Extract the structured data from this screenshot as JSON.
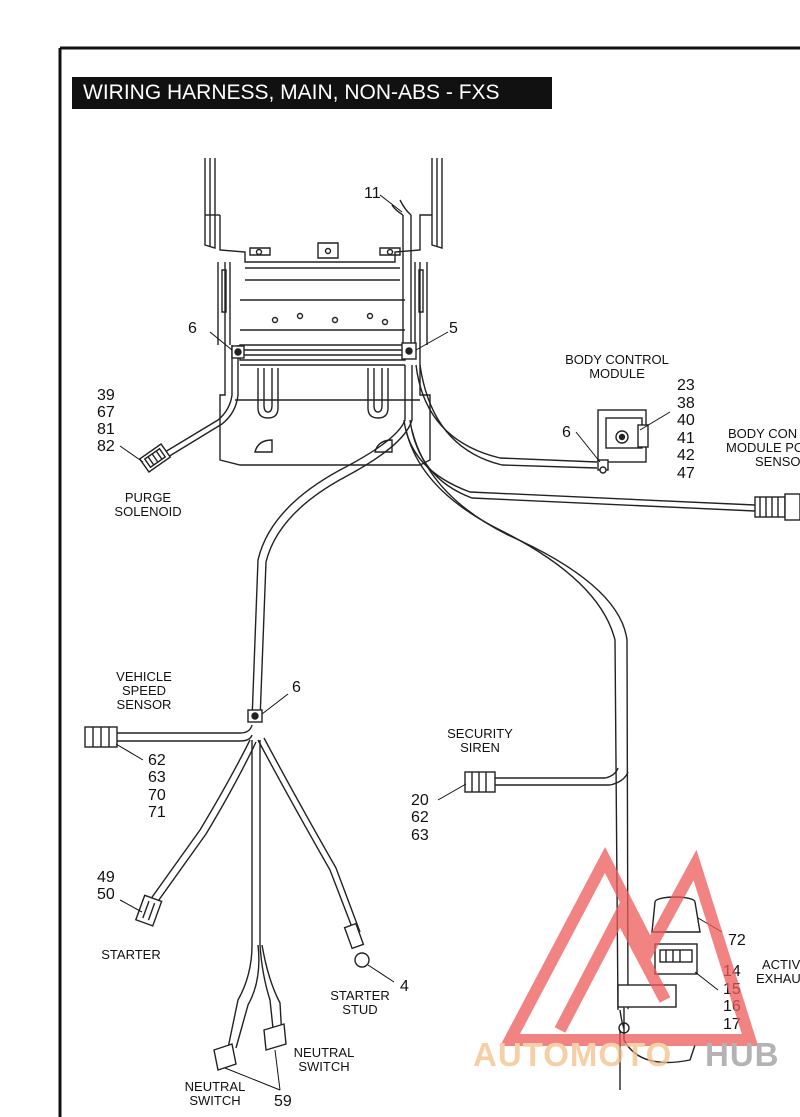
{
  "title": "WIRING HARNESS, MAIN, NON-ABS - FXS",
  "callouts": {
    "harness": "11",
    "ground_left": "6",
    "ground_right": "5",
    "purge_parts": [
      "39",
      "67",
      "81",
      "82"
    ],
    "bcm_ground": "6",
    "bcm_parts": [
      "23",
      "38",
      "40",
      "41",
      "42",
      "47"
    ],
    "vss_ground": "6",
    "vss_parts": [
      "62",
      "63",
      "70",
      "71"
    ],
    "siren_parts": [
      "20",
      "62",
      "63"
    ],
    "starter_parts": [
      "49",
      "50"
    ],
    "starter_stud_part": "4",
    "neutral_part": "59",
    "exhaust_cover_part": "72",
    "exhaust_parts": [
      "14",
      "15",
      "16",
      "17"
    ]
  },
  "labels": {
    "bcm": [
      "BODY CONTROL",
      "MODULE"
    ],
    "bcm_power": [
      "BODY CON",
      "MODULE PO",
      "SENSO"
    ],
    "purge": [
      "PURGE",
      "SOLENOID"
    ],
    "vss": [
      "VEHICLE",
      "SPEED",
      "SENSOR"
    ],
    "siren": [
      "SECURITY",
      "SIREN"
    ],
    "starter": "STARTER",
    "starter_stud": [
      "STARTER",
      "STUD"
    ],
    "neutral_right": [
      "NEUTRAL",
      "SWITCH"
    ],
    "neutral_left": [
      "NEUTRAL",
      "SWITCH"
    ],
    "exhaust": [
      "ACTIV",
      "EXHAU"
    ]
  },
  "watermark": {
    "word_a": "AUTOMOTO",
    "word_b": "HUB",
    "color_a": "#f5c08a",
    "color_b": "#9a9a9a",
    "logo_color": "#ee5a5a"
  }
}
